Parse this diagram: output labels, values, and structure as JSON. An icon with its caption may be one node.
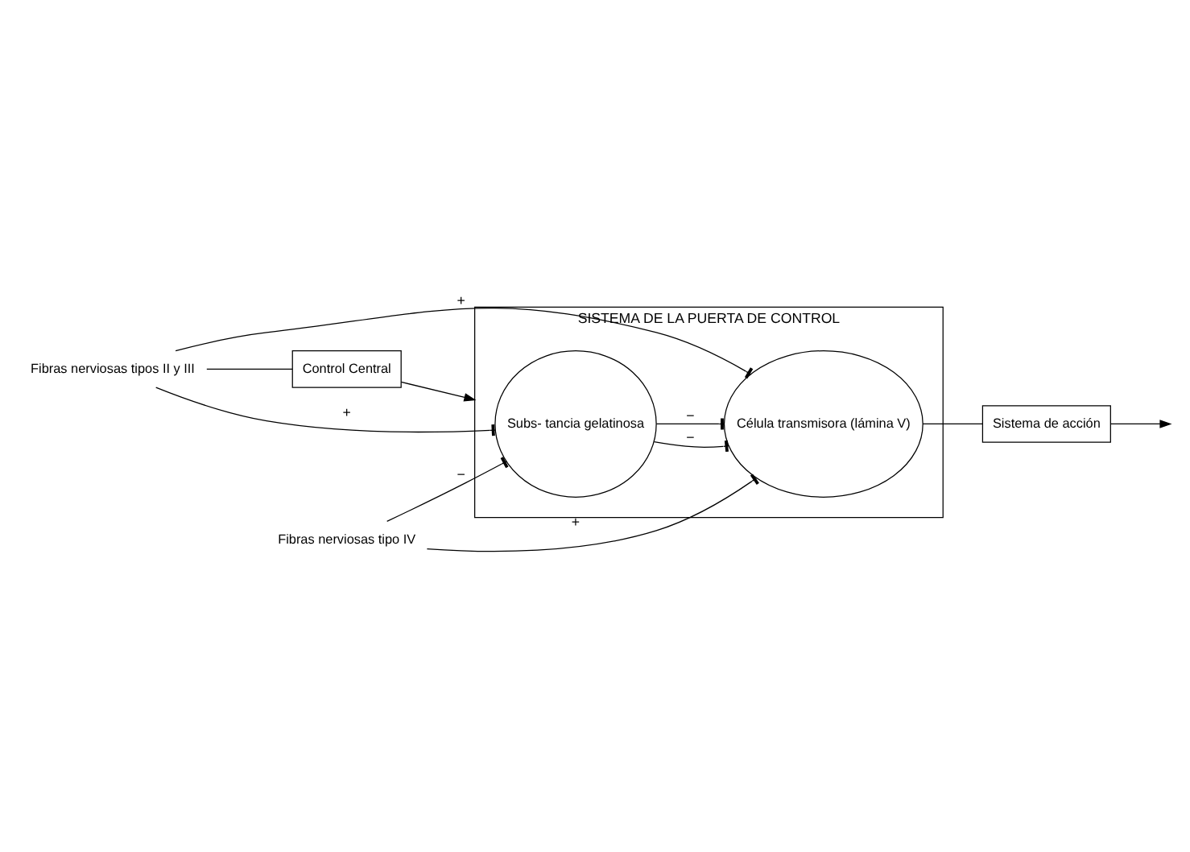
{
  "diagram": {
    "nodes": [
      {
        "text": [
          "SISTEMA DE LA PUERTA DE CONTROL"
        ]
      },
      {
        "text": [
          "Control Central"
        ]
      },
      {
        "text": [
          "Sistema de acción"
        ]
      },
      {
        "text": [
          "Fibras nerviosas tipos II y III"
        ]
      },
      {
        "text": [
          "Fibras nerviosas tipo IV"
        ]
      },
      {
        "text": [
          "Subs- tancia gelatinosa"
        ],
        "in": 0
      },
      {
        "text": [
          "Célula transmisora (lámina V)"
        ],
        "in": 0
      }
    ],
    "edges": [
      {
        "from": 3,
        "to": 1,
        "arrow": "none"
      },
      {
        "from": 1,
        "to": 0,
        "arrow": "to"
      },
      {
        "from": 3,
        "to": 5,
        "arrow": "other",
        "label": "+"
      },
      {
        "from": 3,
        "to": 6,
        "arrow": "other",
        "label": "+"
      },
      {
        "from": 5,
        "to": 6,
        "arrow": "other",
        "label": "−"
      },
      {
        "from": 5,
        "to": 6,
        "arrow": "other",
        "label": "−"
      },
      {
        "from": 4,
        "to": 5,
        "arrow": "other",
        "label": "−"
      },
      {
        "from": 4,
        "to": 6,
        "arrow": "other",
        "label": "+"
      },
      {
        "from": 6,
        "to": 2,
        "arrow": "none"
      },
      {
        "from": 2,
        "to": null,
        "arrow": "to"
      }
    ]
  }
}
